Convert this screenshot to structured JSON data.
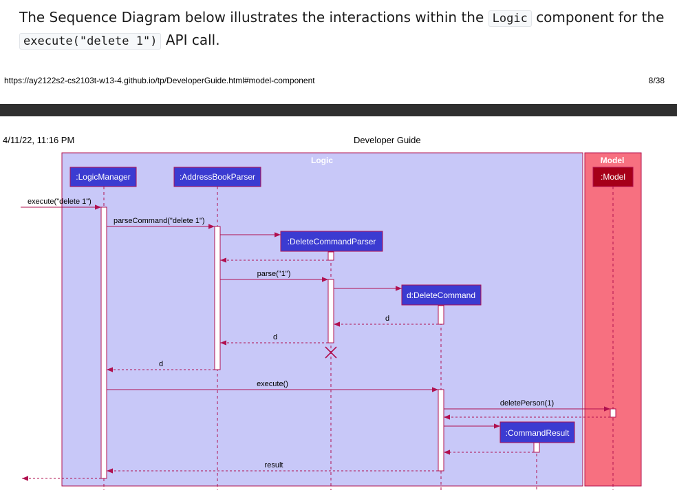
{
  "intro": {
    "prefix": "The Sequence Diagram below illustrates the interactions within the",
    "component_code": "Logic",
    "middle": "component for the",
    "call_code": "execute(\"delete 1\")",
    "suffix": "API call."
  },
  "page_header": {
    "url": "https://ay2122s2-cs2103t-w13-4.github.io/tp/DeveloperGuide.html#model-component",
    "page_number": "8/38",
    "date": "4/11/22, 11:16 PM",
    "doc_title": "Developer Guide"
  },
  "diagram": {
    "colors": {
      "logic_fill": "#c8c8f8",
      "model_fill": "#f77080",
      "model_label_box": "#a60019",
      "participant_fill": "#3b3bd1",
      "accent": "#b0104f"
    },
    "groups": {
      "logic": "Logic",
      "model": "Model"
    },
    "participants": {
      "logic_manager": ":LogicManager",
      "address_book_parser": ":AddressBookParser",
      "delete_command_parser": ":DeleteCommandParser",
      "delete_command": "d:DeleteCommand",
      "command_result": ":CommandResult",
      "model": ":Model"
    },
    "messages": {
      "execute_call": "execute(\"delete 1\")",
      "parse_command": "parseCommand(\"delete 1\")",
      "parse": "parse(\"1\")",
      "return_d_1": "d",
      "return_d_2": "d",
      "return_d_3": "d",
      "execute": "execute()",
      "delete_person": "deletePerson(1)",
      "result": "result"
    }
  }
}
